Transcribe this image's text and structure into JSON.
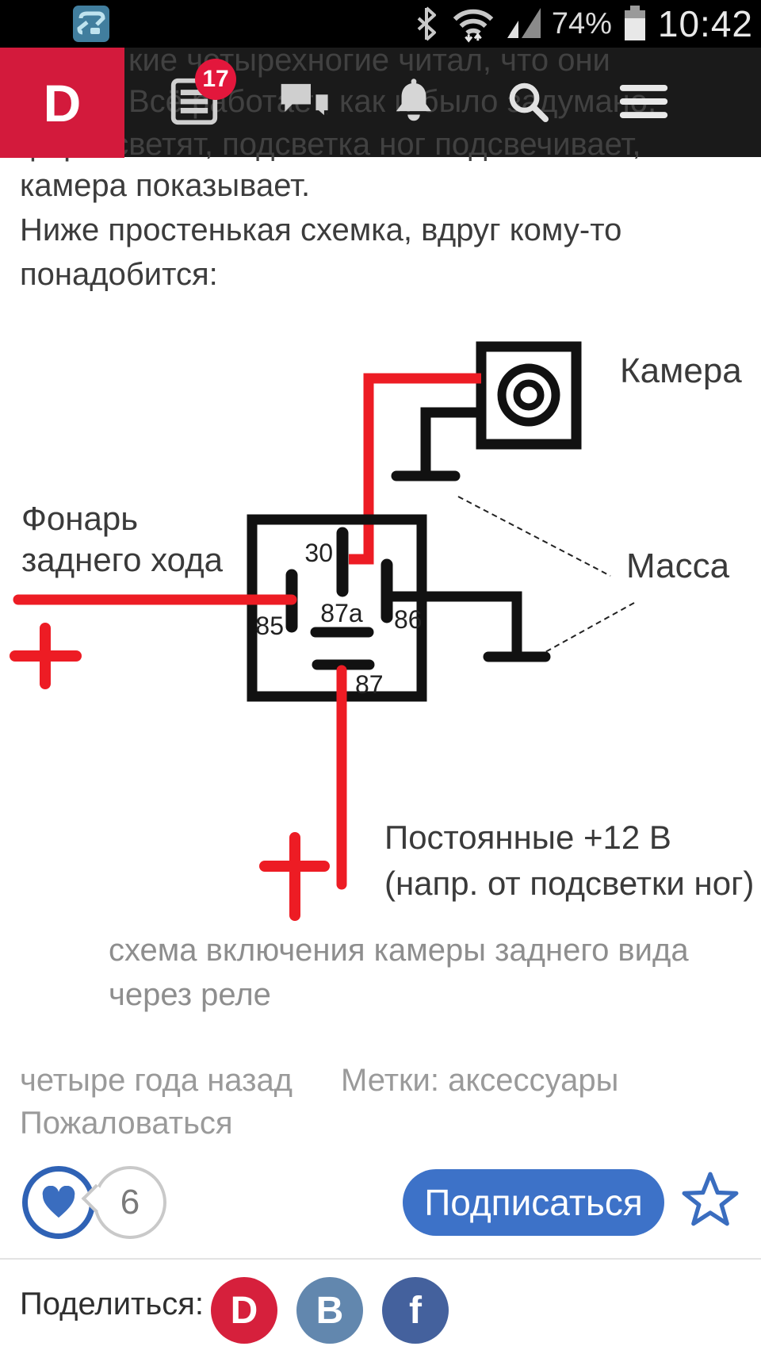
{
  "status_bar": {
    "time": "10:42",
    "battery": "74%",
    "icons": [
      "app-notification-icon",
      "bluetooth-icon",
      "wifi-icon",
      "signal-icon",
      "battery-icon"
    ]
  },
  "header": {
    "logo": "D",
    "notifications_badge": "17",
    "icons": [
      "feed-icon",
      "messages-icon",
      "bell-icon",
      "search-icon",
      "menu-icon"
    ]
  },
  "post": {
    "ghost_lines": [
      "кие четырехногие читал, что они",
      "Всё работает, как и было задумано,",
      "фары светят, подсветка ног подсвечивает,"
    ],
    "body_lines": [
      "камера показывает.",
      "Ниже простенькая схемка, вдруг кому-то",
      "понадобится:"
    ],
    "caption_lines": [
      "схема включения камеры заднего вида",
      "через реле"
    ]
  },
  "diagram": {
    "camera_label": "Камера",
    "ground_label": "Масса",
    "source_label_1": "Фонарь",
    "source_label_2": "заднего хода",
    "power_label_1": "Постоянные +12 В",
    "power_label_2": "(напр. от подсветки ног)",
    "pins": {
      "p30": "30",
      "p85": "85",
      "p87a": "87a",
      "p86": "86",
      "p87": "87"
    },
    "wire_red": "#ed1c24",
    "wire_black": "#111111"
  },
  "meta": {
    "posted": "четыре года назад",
    "tags": "Метки: аксессуары",
    "report": "Пожаловаться"
  },
  "actions": {
    "like_count": "6",
    "subscribe": "Подписаться"
  },
  "share": {
    "label": "Поделиться:",
    "networks": [
      {
        "name": "drive2",
        "label": "D",
        "color": "#d6203c"
      },
      {
        "name": "vk",
        "label": "B",
        "color": "#6287ae"
      },
      {
        "name": "facebook",
        "label": "f",
        "color": "#44619d"
      }
    ]
  },
  "colors": {
    "accent_red": "#d31a3c",
    "badge_red": "#e3173c",
    "accent_blue": "#3d72c8"
  }
}
